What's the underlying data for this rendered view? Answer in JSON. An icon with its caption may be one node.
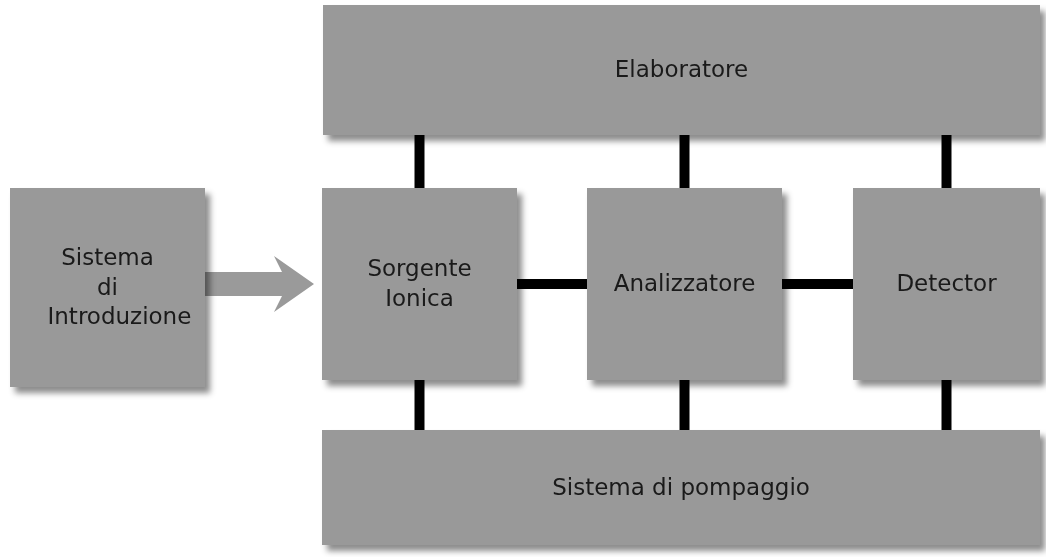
{
  "diagram": {
    "nodes": [
      {
        "text": [
          "Elaboratore"
        ]
      },
      {
        "text": [
          "Sistema di Introduzione"
        ]
      },
      {
        "text": [
          "Sorgente Ionica"
        ]
      },
      {
        "text": [
          "Analizzatore"
        ]
      },
      {
        "text": [
          "Detector"
        ]
      },
      {
        "text": [
          "Sistema di pompaggio"
        ]
      }
    ],
    "edges": [
      {
        "from": 1,
        "to": 2,
        "arrow": "to",
        "style": "thick",
        "color": "#9a9a9a"
      },
      {
        "from": 2,
        "to": 3,
        "arrow": "none"
      },
      {
        "from": 3,
        "to": 4,
        "arrow": "none"
      },
      {
        "from": 0,
        "to": 2,
        "arrow": "none"
      },
      {
        "from": 0,
        "to": 3,
        "arrow": "none"
      },
      {
        "from": 0,
        "to": 4,
        "arrow": "none"
      },
      {
        "from": 2,
        "to": 5,
        "arrow": "none"
      },
      {
        "from": 3,
        "to": 5,
        "arrow": "none"
      },
      {
        "from": 4,
        "to": 5,
        "arrow": "none"
      }
    ]
  }
}
